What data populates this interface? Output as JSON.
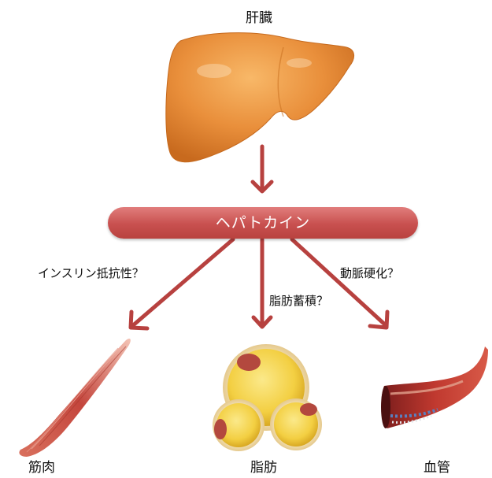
{
  "liver": {
    "title": "肝臓"
  },
  "hepatokine": {
    "label": "ヘパトカイン"
  },
  "edges": {
    "muscle": "インスリン抵抗性？",
    "fat": "脂肪蓄積？",
    "vessel": "動脈硬化？"
  },
  "targets": {
    "muscle": "筋肉",
    "fat": "脂肪",
    "vessel": "血管"
  },
  "colors": {
    "arrow": "#b7413f",
    "liver": "#e8903a",
    "bar": "#c8504f",
    "fat_cell": "#f4d14a",
    "muscle": "#c8564b",
    "vessel": "#b4322f"
  }
}
